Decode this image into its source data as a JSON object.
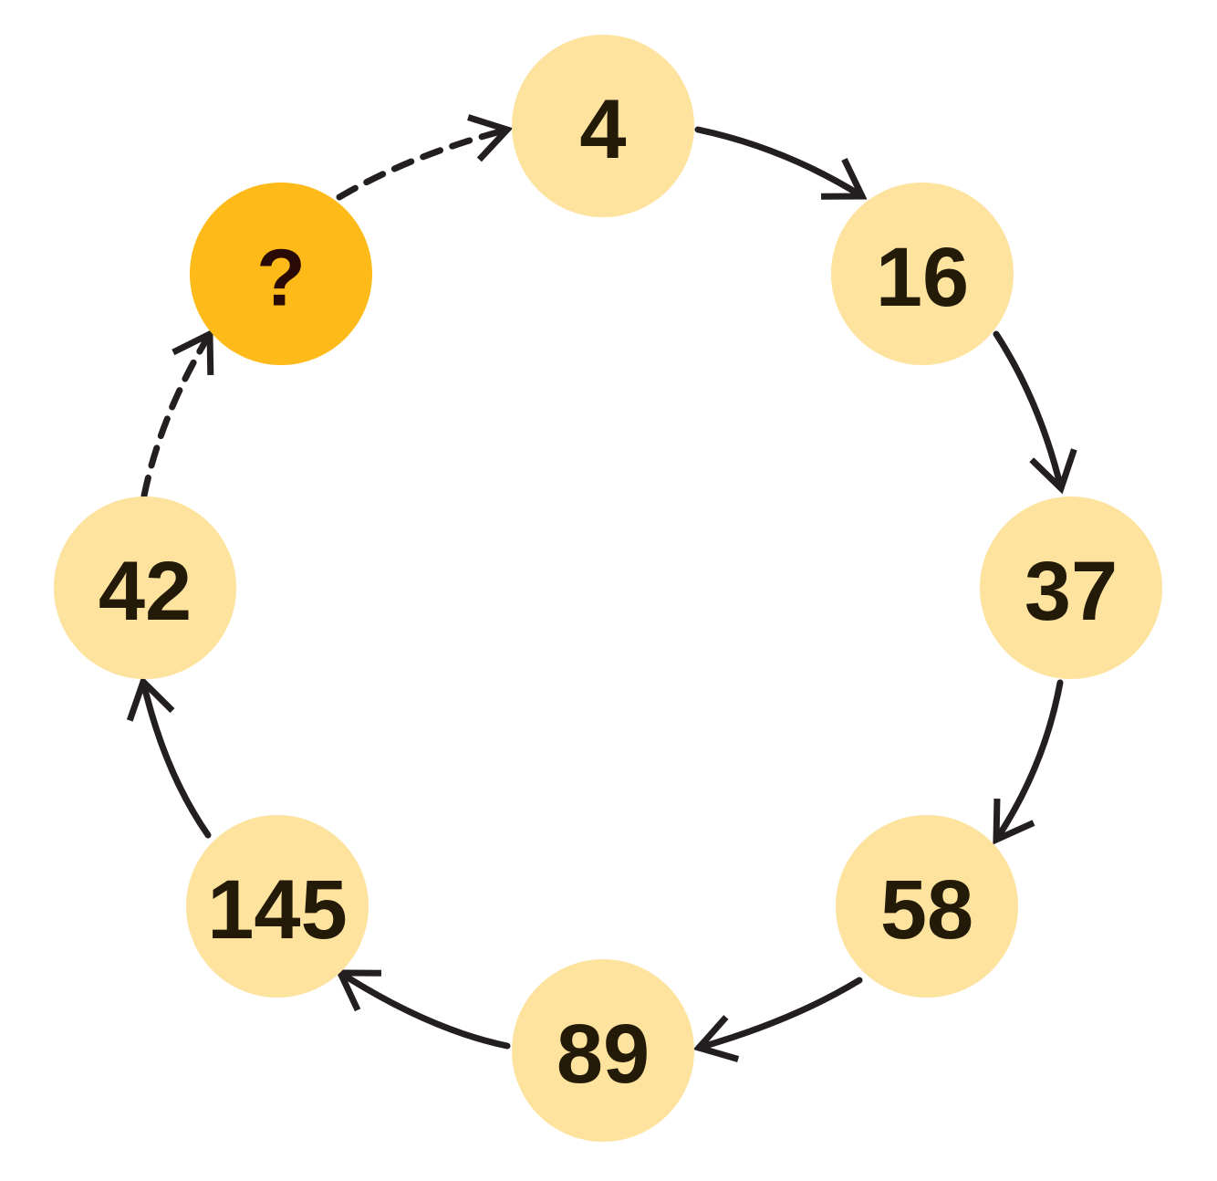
{
  "colors": {
    "node_fill": "#FEE39F",
    "unknown_fill": "#FDBA18",
    "text": "#231A08",
    "unknown_text": "#2A0A05",
    "arrow": "#231F20"
  },
  "nodes": [
    {
      "id": "n4",
      "label": "4",
      "style": "normal"
    },
    {
      "id": "n16",
      "label": "16",
      "style": "normal"
    },
    {
      "id": "n37",
      "label": "37",
      "style": "normal"
    },
    {
      "id": "n58",
      "label": "58",
      "style": "normal"
    },
    {
      "id": "n89",
      "label": "89",
      "style": "normal"
    },
    {
      "id": "n145",
      "label": "145",
      "style": "normal"
    },
    {
      "id": "n42",
      "label": "42",
      "style": "normal"
    },
    {
      "id": "nq",
      "label": "?",
      "style": "unknown"
    }
  ],
  "edges": [
    {
      "from": "4",
      "to": "16",
      "style": "solid"
    },
    {
      "from": "16",
      "to": "37",
      "style": "solid"
    },
    {
      "from": "37",
      "to": "58",
      "style": "solid"
    },
    {
      "from": "58",
      "to": "89",
      "style": "solid"
    },
    {
      "from": "89",
      "to": "145",
      "style": "solid"
    },
    {
      "from": "145",
      "to": "42",
      "style": "solid"
    },
    {
      "from": "42",
      "to": "?",
      "style": "dashed"
    },
    {
      "from": "?",
      "to": "4",
      "style": "dashed"
    }
  ]
}
